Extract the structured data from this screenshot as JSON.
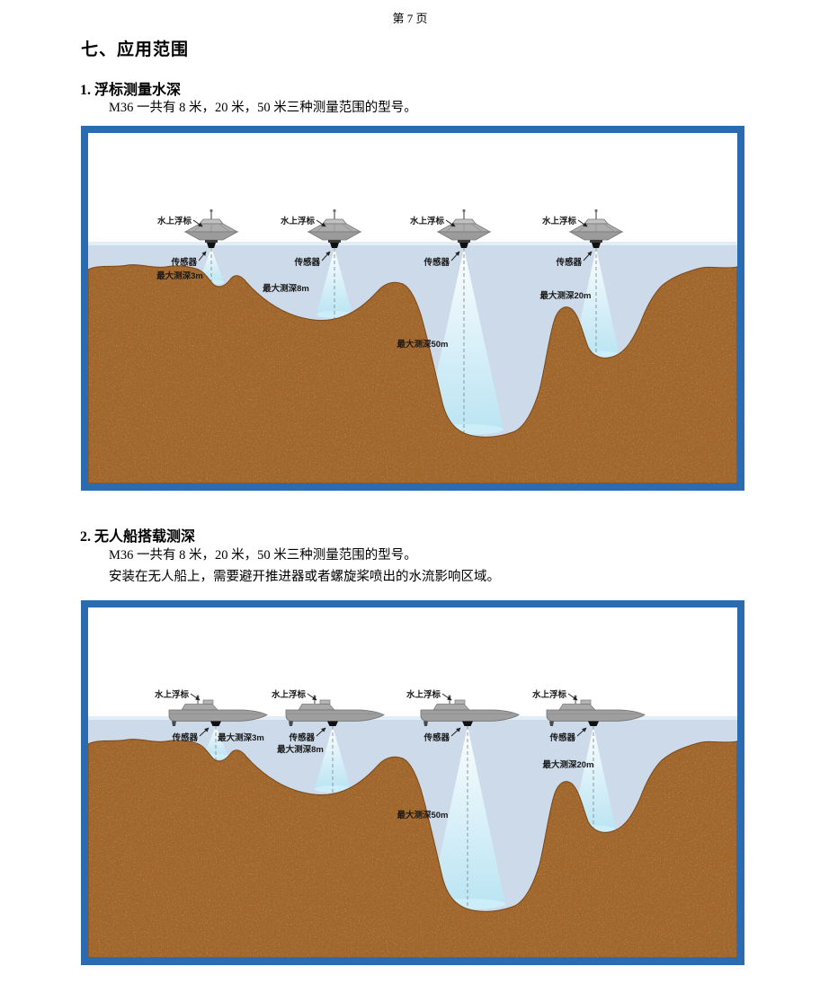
{
  "page": {
    "number_label": "第 7 页"
  },
  "section_title": "七、应用范围",
  "sections": [
    {
      "heading": "1. 浮标测量水深",
      "lines": [
        "M36 一共有 8 米，20 米，50 米三种测量范围的型号。"
      ]
    },
    {
      "heading": "2. 无人船搭载测深",
      "lines": [
        "M36 一共有 8 米，20 米，50 米三种测量范围的型号。",
        "安装在无人船上，需要避开推进器或者螺旋桨喷出的水流影响区域。"
      ]
    }
  ],
  "figure1": {
    "units": [
      {
        "label": "水上浮标",
        "sensor": "传感器",
        "depth": "最大测深3m"
      },
      {
        "label": "水上浮标",
        "sensor": "传感器",
        "depth": "最大测深8m"
      },
      {
        "label": "水上浮标",
        "sensor": "传感器",
        "depth": "最大测深50m"
      },
      {
        "label": "水上浮标",
        "sensor": "传感器",
        "depth": "最大测深20m"
      }
    ]
  },
  "figure2": {
    "units": [
      {
        "label": "水上浮标",
        "sensor": "传感器",
        "depth": "最大测深3m"
      },
      {
        "label": "水上浮标",
        "sensor": "传感器",
        "depth": "最大测深8m"
      },
      {
        "label": "水上浮标",
        "sensor": "传感器",
        "depth": "最大测深50m"
      },
      {
        "label": "水上浮标",
        "sensor": "传感器",
        "depth": "最大测深20m"
      }
    ]
  },
  "colors": {
    "figure_border": "#2b6cb0",
    "water": "#ccdae9",
    "seabed": "#a26327",
    "beam": "#cdeef9"
  }
}
